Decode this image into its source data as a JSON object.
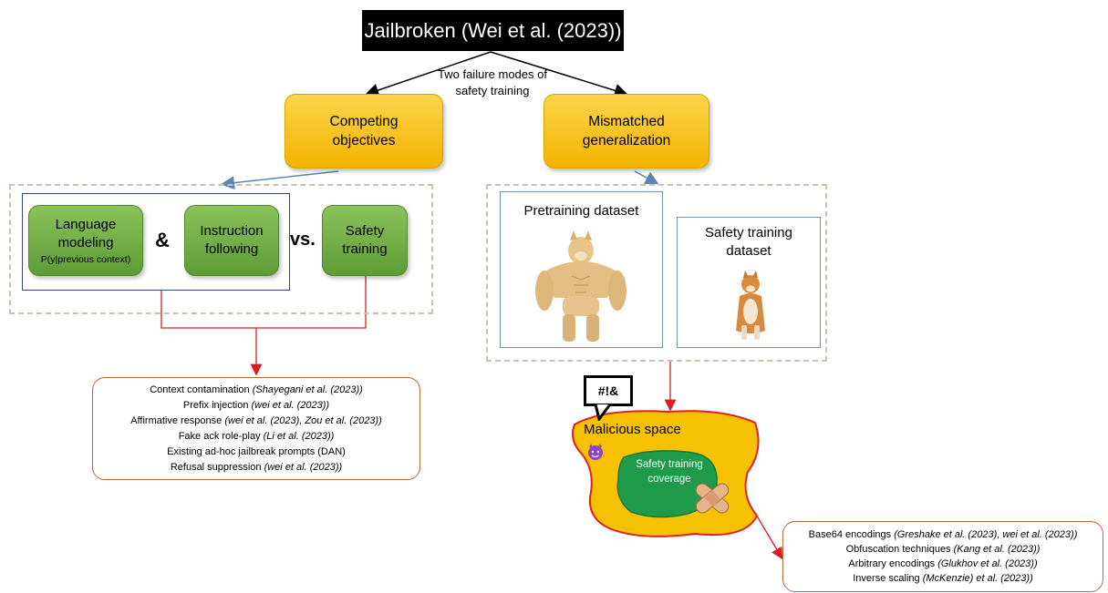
{
  "title": "Jailbroken (Wei et al. (2023))",
  "subtitle_lines": [
    "Two failure modes of",
    "safety training"
  ],
  "modes": {
    "competing": [
      "Competing",
      "objectives"
    ],
    "mismatched": [
      "Mismatched",
      "generalization"
    ]
  },
  "competing_box": {
    "language_modeling": "Language modeling",
    "language_modeling_sub": "P(y|previous context)",
    "ampersand": "&",
    "instruction_following": "Instruction following",
    "versus": "vs.",
    "safety_training": "Safety training"
  },
  "mismatched_box": {
    "pretraining_dataset": "Pretraining dataset",
    "safety_training_dataset_lines": [
      "Safety training",
      "dataset"
    ]
  },
  "competing_attacks": [
    {
      "text": "Context contamination ",
      "ref": "(Shayegani et al. (2023))"
    },
    {
      "text": "Prefix injection ",
      "ref": "(wei et al. (2023))"
    },
    {
      "text": "Affirmative response ",
      "ref": "(wei et al. (2023), Zou et al. (2023))"
    },
    {
      "text": "Fake ack role-play ",
      "ref": "(Li et al. (2023))"
    },
    {
      "text": "Existing ad-hoc jailbreak prompts (DAN)",
      "ref": ""
    },
    {
      "text": "Refusal suppression ",
      "ref": "(wei et al. (2023))"
    }
  ],
  "malicious": {
    "bubble": "#!&",
    "label": "Malicious space",
    "coverage_lines": [
      "Safety training",
      "coverage"
    ]
  },
  "mismatched_attacks": [
    {
      "text": "Base64 encodings ",
      "ref": "(Greshake et al. (2023), wei et al. (2023))"
    },
    {
      "text": "Obfuscation techniques ",
      "ref": "(Kang et al. (2023))"
    },
    {
      "text": "Arbitrary encodings ",
      "ref": "(Glukhov et al. (2023))"
    },
    {
      "text": "Inverse scaling ",
      "ref": "(McKenzie) et al. (2023))"
    }
  ],
  "icons": [
    "devil-emoji-icon",
    "bandage-icon",
    "muscular-doge-illustration",
    "sitting-shiba-illustration"
  ],
  "colors": {
    "mode_fill": "#f4b400",
    "green_fill": "#6aaa3f",
    "malicious_fill": "#f6c100",
    "malicious_border": "#e02020",
    "coverage_fill": "#1f9a4a",
    "red_line": "#d62020",
    "blue_arrow": "#5b84b8"
  }
}
